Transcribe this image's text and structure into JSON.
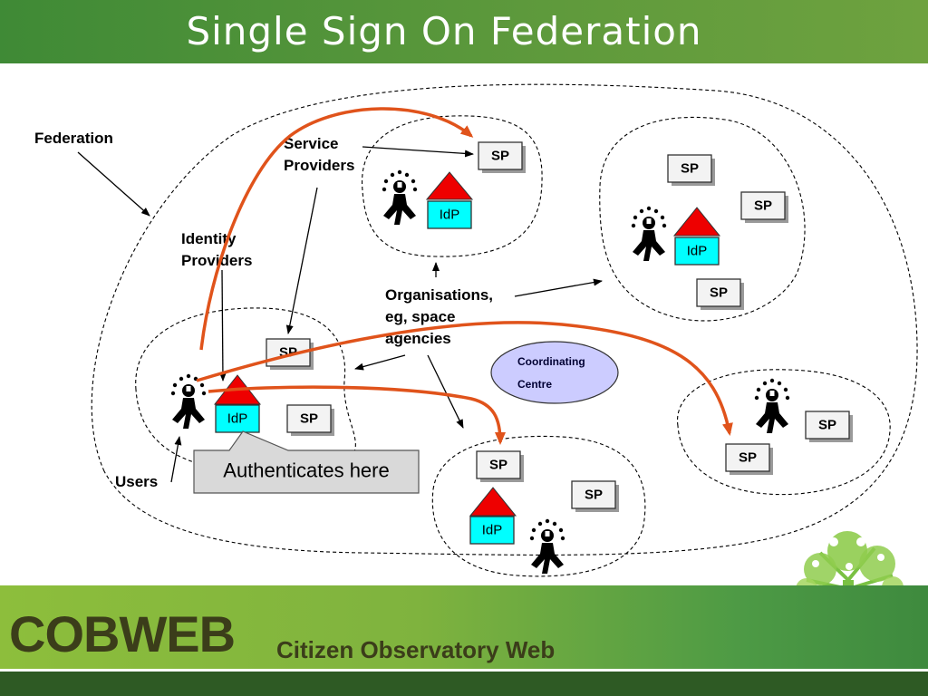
{
  "slide": {
    "title": "Single Sign On Federation"
  },
  "labels": {
    "federation": "Federation",
    "service_providers": [
      "Service",
      "Providers"
    ],
    "identity_providers": [
      "Identity",
      "Providers"
    ],
    "organisations": [
      "Organisations,",
      "eg, space",
      "agencies"
    ],
    "users": "Users"
  },
  "boxes": {
    "sp": "SP",
    "idp": "IdP"
  },
  "coordinating_centre": [
    "Coordinating",
    "Centre"
  ],
  "callout": "Authenticates here",
  "footer": {
    "brand": "COBWEB",
    "tagline": "Citizen Observatory Web"
  },
  "colors": {
    "header_green": "#5f9a3c",
    "flow_arrow": "#e0531b",
    "idp_fill": "#00ffff",
    "roof_fill": "#ee0000",
    "coordinating_fill": "#ccccff",
    "brand_text": "#3b3d1a"
  }
}
